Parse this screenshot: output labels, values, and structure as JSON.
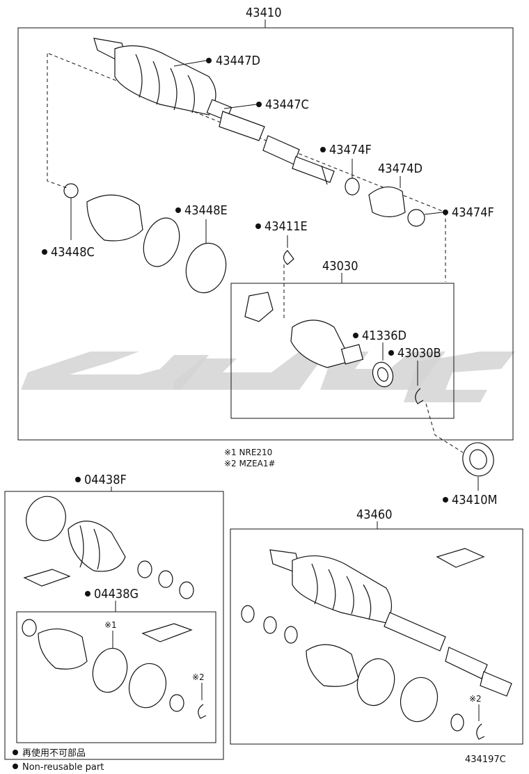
{
  "diagram": {
    "assembly_main": "43410",
    "assembly_rh": "43460",
    "inner_joint": "43030",
    "labels": {
      "p43447D": "43447D",
      "p43447C": "43447C",
      "p43474F_a": "43474F",
      "p43474D": "43474D",
      "p43474F_b": "43474F",
      "p43448E": "43448E",
      "p43448C": "43448C",
      "p43411E": "43411E",
      "p41336D": "41336D",
      "p43030B": "43030B",
      "p43410M": "43410M",
      "p04438F": "04438F",
      "p04438G": "04438G"
    },
    "notes": {
      "n1": "※1 NRE210",
      "n2": "※2 MZEA1#",
      "mark1": "※1",
      "mark2a": "※2",
      "mark2b": "※2"
    },
    "legend": {
      "jp": "再使用不可部品",
      "en": "Non-reusable part"
    },
    "figure_code": "434197C"
  }
}
